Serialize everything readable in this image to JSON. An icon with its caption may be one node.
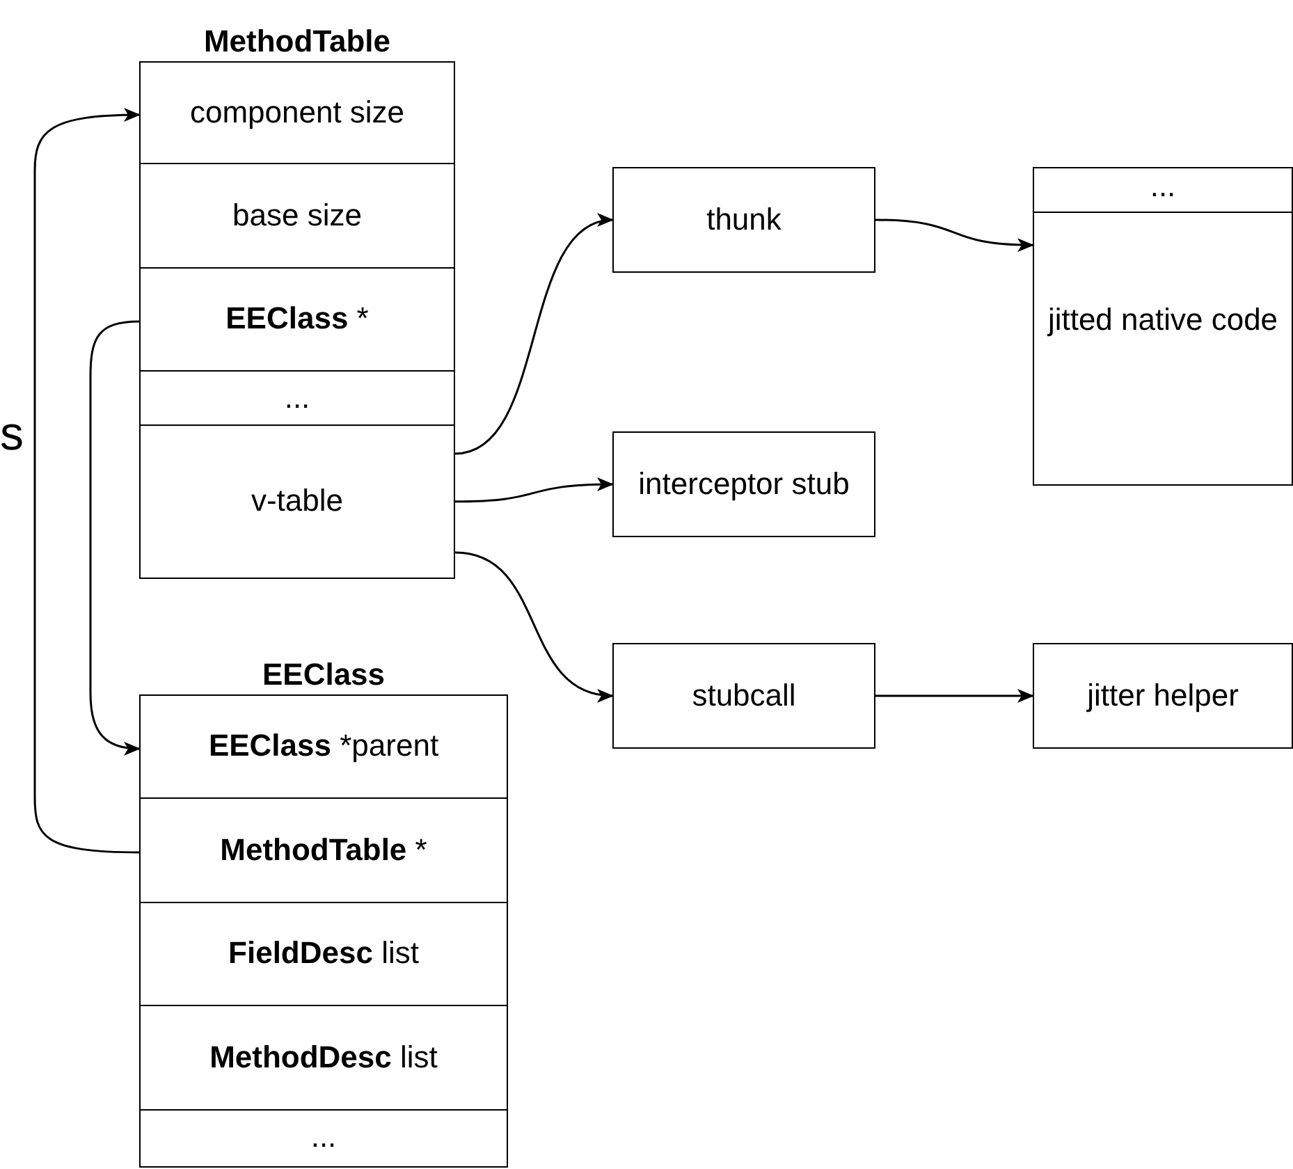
{
  "diagram": {
    "nodes": [
      {
        "text": [
          "MethodTable"
        ]
      },
      {
        "text": [
          "component size"
        ],
        "in": 0
      },
      {
        "text": [
          "base size"
        ],
        "in": 0
      },
      {
        "text": [
          "**EEClass** *"
        ],
        "in": 0
      },
      {
        "text": [
          "..."
        ],
        "in": 0
      },
      {
        "text": [
          "v-table"
        ],
        "in": 0
      },
      {
        "text": [
          "EEClass"
        ]
      },
      {
        "text": [
          "**EEClass** *parent"
        ],
        "in": 6
      },
      {
        "text": [
          "**MethodTable** *"
        ],
        "in": 6
      },
      {
        "text": [
          "**FieldDesc** list"
        ],
        "in": 6
      },
      {
        "text": [
          "**MethodDesc** list"
        ],
        "in": 6
      },
      {
        "text": [
          "..."
        ],
        "in": 6
      },
      {
        "text": [
          "thunk"
        ]
      },
      {
        "text": [
          "interceptor stub"
        ]
      },
      {
        "text": [
          "stubcall"
        ]
      },
      {
        "text": [
          "...",
          "jitted native code"
        ]
      },
      {
        "text": [
          "jitter helper"
        ]
      }
    ],
    "edges": [
      {
        "from": 3,
        "to": 7,
        "arrow": "to"
      },
      {
        "from": 8,
        "to": 1,
        "arrow": "to"
      },
      {
        "from": 5,
        "to": 12,
        "arrow": "to"
      },
      {
        "from": 5,
        "to": 13,
        "arrow": "to"
      },
      {
        "from": 5,
        "to": 14,
        "arrow": "to"
      },
      {
        "from": 12,
        "to": 15,
        "arrow": "to"
      },
      {
        "from": 14,
        "to": 16,
        "arrow": "to"
      }
    ],
    "labels": [
      "s"
    ]
  }
}
